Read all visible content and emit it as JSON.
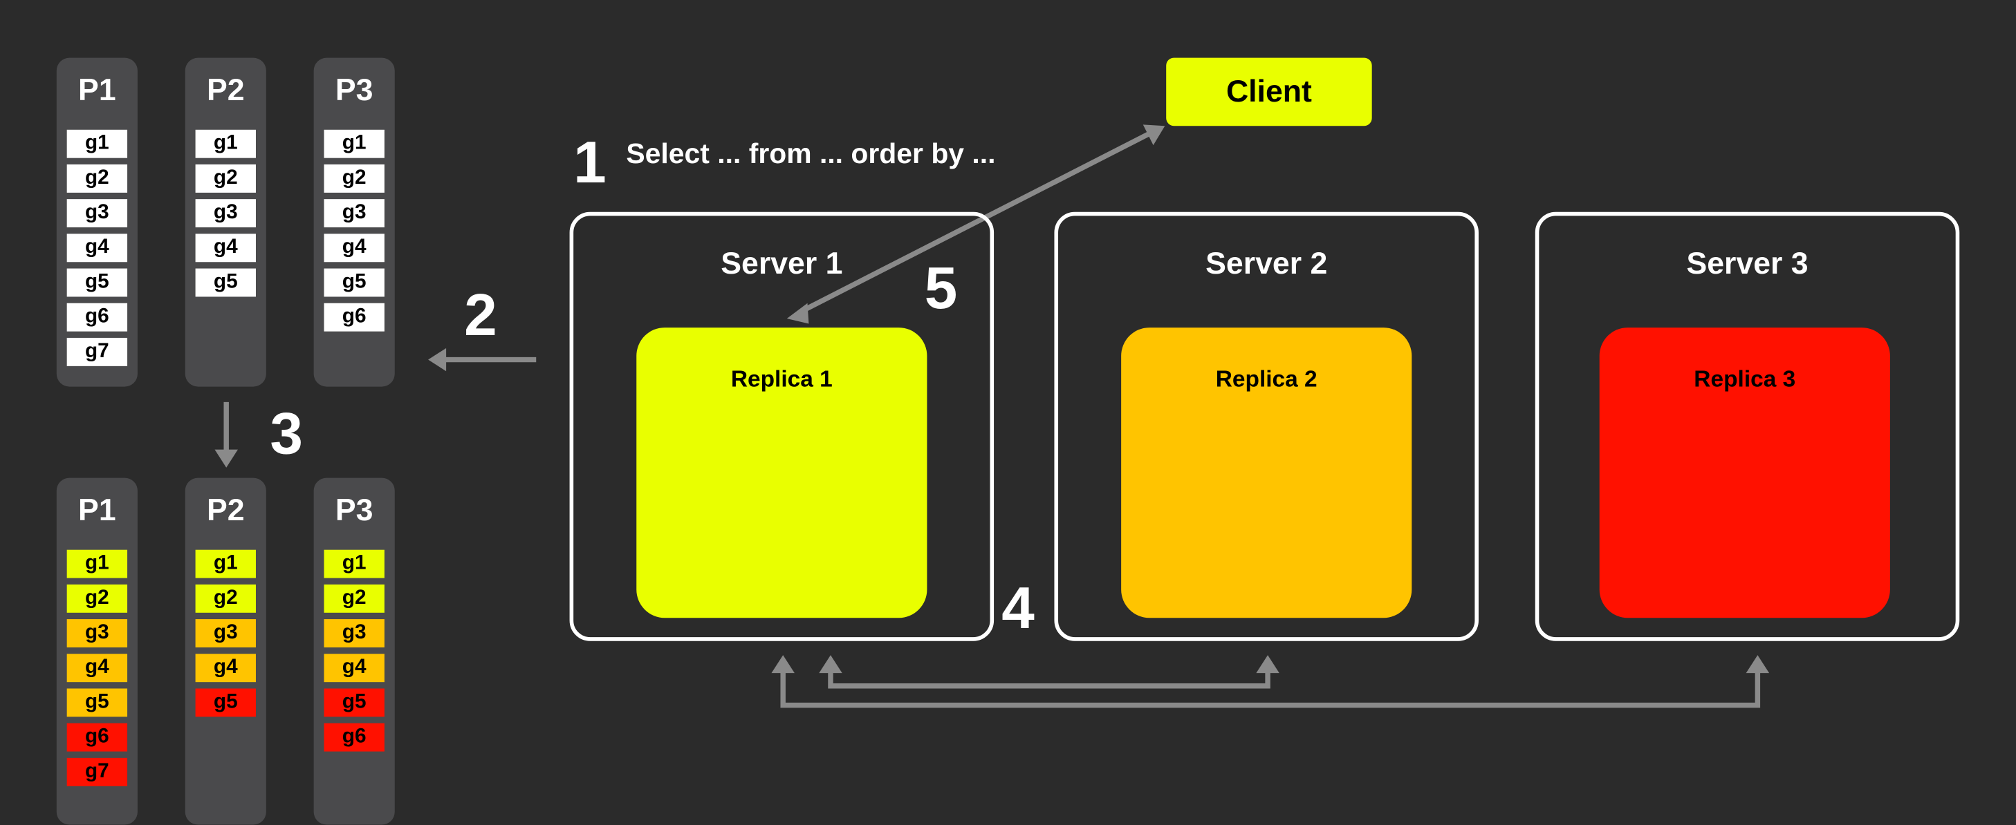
{
  "colors": {
    "background": "#2b2b2b",
    "column": "#4a4a4c",
    "white_cell": "#ffffff",
    "yellow": "#e9ff00",
    "orange": "#ffc400",
    "red": "#ff1100",
    "arrow": "#8a8a8a"
  },
  "top_partitions": [
    {
      "title": "P1",
      "granules": [
        {
          "label": "g1",
          "color": "#ffffff"
        },
        {
          "label": "g2",
          "color": "#ffffff"
        },
        {
          "label": "g3",
          "color": "#ffffff"
        },
        {
          "label": "g4",
          "color": "#ffffff"
        },
        {
          "label": "g5",
          "color": "#ffffff"
        },
        {
          "label": "g6",
          "color": "#ffffff"
        },
        {
          "label": "g7",
          "color": "#ffffff"
        }
      ]
    },
    {
      "title": "P2",
      "granules": [
        {
          "label": "g1",
          "color": "#ffffff"
        },
        {
          "label": "g2",
          "color": "#ffffff"
        },
        {
          "label": "g3",
          "color": "#ffffff"
        },
        {
          "label": "g4",
          "color": "#ffffff"
        },
        {
          "label": "g5",
          "color": "#ffffff"
        }
      ]
    },
    {
      "title": "P3",
      "granules": [
        {
          "label": "g1",
          "color": "#ffffff"
        },
        {
          "label": "g2",
          "color": "#ffffff"
        },
        {
          "label": "g3",
          "color": "#ffffff"
        },
        {
          "label": "g4",
          "color": "#ffffff"
        },
        {
          "label": "g5",
          "color": "#ffffff"
        },
        {
          "label": "g6",
          "color": "#ffffff"
        }
      ]
    }
  ],
  "bottom_partitions": [
    {
      "title": "P1",
      "granules": [
        {
          "label": "g1",
          "color": "#e9ff00"
        },
        {
          "label": "g2",
          "color": "#e9ff00"
        },
        {
          "label": "g3",
          "color": "#ffc400"
        },
        {
          "label": "g4",
          "color": "#ffc400"
        },
        {
          "label": "g5",
          "color": "#ffc400"
        },
        {
          "label": "g6",
          "color": "#ff1100"
        },
        {
          "label": "g7",
          "color": "#ff1100"
        }
      ]
    },
    {
      "title": "P2",
      "granules": [
        {
          "label": "g1",
          "color": "#e9ff00"
        },
        {
          "label": "g2",
          "color": "#e9ff00"
        },
        {
          "label": "g3",
          "color": "#ffc400"
        },
        {
          "label": "g4",
          "color": "#ffc400"
        },
        {
          "label": "g5",
          "color": "#ff1100"
        }
      ]
    },
    {
      "title": "P3",
      "granules": [
        {
          "label": "g1",
          "color": "#e9ff00"
        },
        {
          "label": "g2",
          "color": "#e9ff00"
        },
        {
          "label": "g3",
          "color": "#ffc400"
        },
        {
          "label": "g4",
          "color": "#ffc400"
        },
        {
          "label": "g5",
          "color": "#ff1100"
        },
        {
          "label": "g6",
          "color": "#ff1100"
        }
      ]
    }
  ],
  "steps": {
    "s1": "1",
    "s2": "2",
    "s3": "3",
    "s4": "4",
    "s5": "5"
  },
  "query": "Select ... from ... order by ...",
  "client_label": "Client",
  "servers": [
    {
      "title": "Server 1",
      "replica": "Replica 1",
      "replica_color": "#e9ff00"
    },
    {
      "title": "Server 2",
      "replica": "Replica 2",
      "replica_color": "#ffc400"
    },
    {
      "title": "Server 3",
      "replica": "Replica 3",
      "replica_color": "#ff1100"
    }
  ]
}
